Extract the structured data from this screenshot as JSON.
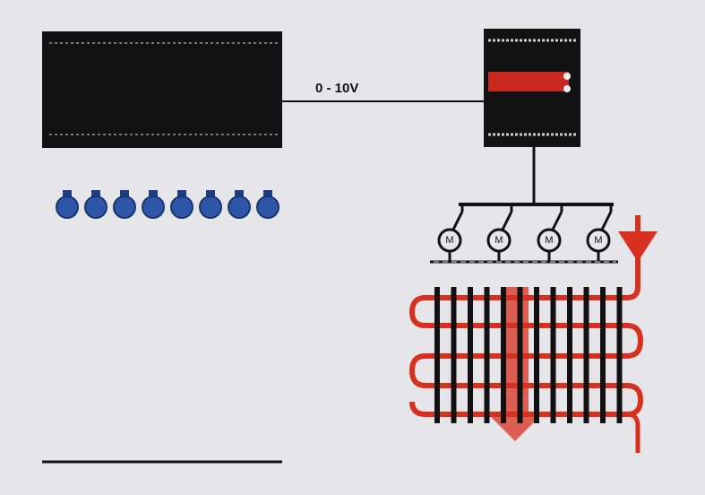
{
  "signal_label": "0 - 10V",
  "motors": [
    {
      "label": "M"
    },
    {
      "label": "M"
    },
    {
      "label": "M"
    },
    {
      "label": "M"
    }
  ],
  "button_count": 8,
  "colors": {
    "background": "#e6e6ea",
    "device": "#121212",
    "button": "#2d55a8",
    "pipe": "#d8301f",
    "wire": "#111111"
  }
}
